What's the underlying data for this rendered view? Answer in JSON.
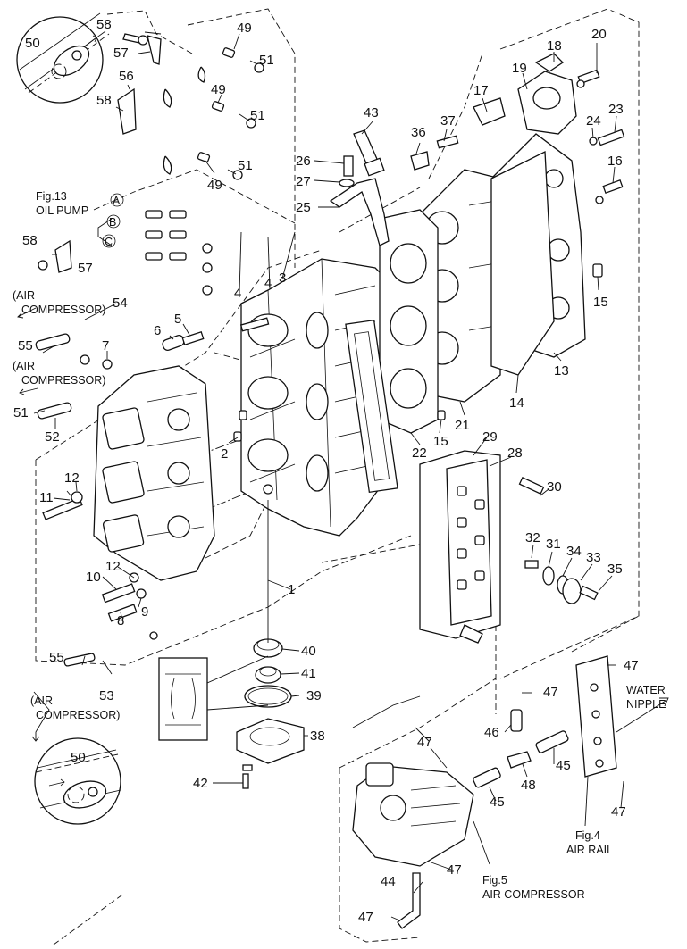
{
  "callouts": [
    "1",
    "2",
    "3",
    "4",
    "5",
    "6",
    "7",
    "8",
    "9",
    "10",
    "11",
    "12",
    "13",
    "14",
    "15",
    "16",
    "17",
    "18",
    "19",
    "20",
    "21",
    "22",
    "23",
    "24",
    "25",
    "26",
    "27",
    "28",
    "29",
    "30",
    "31",
    "32",
    "33",
    "34",
    "35",
    "36",
    "37",
    "38",
    "39",
    "40",
    "41",
    "42",
    "43",
    "44",
    "45",
    "46",
    "47",
    "48",
    "49",
    "50",
    "51",
    "52",
    "53",
    "54",
    "55",
    "56",
    "57",
    "58"
  ],
  "notes": {
    "fig13_line1": "Fig.13",
    "fig13_line2": "OIL PUMP",
    "circle_a": "A",
    "circle_b": "B",
    "circle_c": "C",
    "air_comp_open": "(AIR",
    "air_comp_close": "COMPRESSOR)",
    "water_line1": "WATER",
    "water_line2": "NIPPLE",
    "fig4_line1": "Fig.4",
    "fig4_line2": "AIR RAIL",
    "fig5_line1": "Fig.5",
    "fig5_line2": "AIR COMPRESSOR"
  }
}
